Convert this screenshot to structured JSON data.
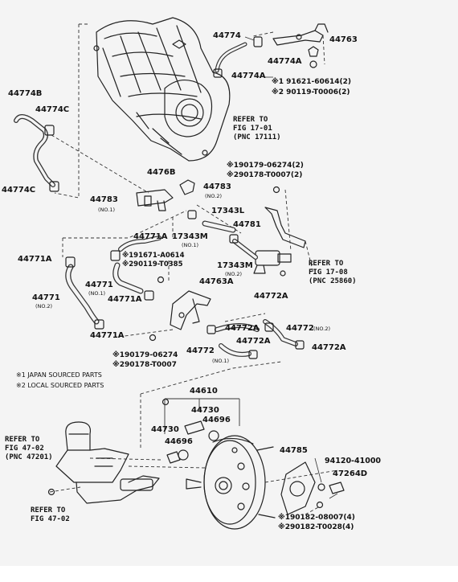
{
  "labels": {
    "p44774": "44774",
    "p44763": "44763",
    "p44774a_1": "44774A",
    "p44774a_2": "44774A",
    "x91621": "※1 91621-60614(2)",
    "x90119_1": "※2 90119-T0006(2)",
    "p44774b": "44774B",
    "p44774c_1": "44774C",
    "p44774c_2": "44774C",
    "p4476b": "4476B",
    "x90179_1": "※190179-06274(2)",
    "x290178_1": "※290178-T0007(2)",
    "p44783_1": "44783",
    "p44783_1_sub": "(NO.1)",
    "p44783_2": "44783",
    "p44783_2_sub": "(NO.2)",
    "p17343l": "17343L",
    "p44781": "44781",
    "p44771a_1": "44771A",
    "p17343m_1": "17343M",
    "p17343m_1_sub": "(NO.1)",
    "p44771a_2": "44771A",
    "x191671": "※191671-A0614",
    "x290119_2": "※290119-T0385",
    "p17343m_2": "17343M",
    "p17343m_2_sub": "(NO.2)",
    "p44771_1": "44771",
    "p44771_1_sub": "(NO.1)",
    "p44771_2": "44771",
    "p44771_2_sub": "(NO.2)",
    "p44763a": "44763A",
    "p44771a_3": "44771A",
    "p44772a_1": "44772A",
    "p44771a_4": "44771A",
    "p44772a_2": "44772A",
    "p44772_2": "44772",
    "p44772_2_sub": "(NO.2)",
    "p44772a_3": "44772A",
    "p44772_1": "44772",
    "p44772_1_sub": "(NO.1)",
    "p44772a_4": "44772A",
    "x90179_2": "※190179-06274",
    "x290178_2": "※290178-T0007",
    "p44610": "44610",
    "p44730_1": "44730",
    "p44730_2": "44730",
    "p44696_1": "44696",
    "p44696_2": "44696",
    "p44785": "44785",
    "p94120": "94120-41000",
    "p47264d": "47264D",
    "x190182": "※190182-08007(4)",
    "x290182": "※290182-T0028(4)"
  },
  "refs": {
    "fig17_01": "REFER TO\nFIG 17-01\n(PNC 17111)",
    "fig17_08": "REFER TO\nFIG 17-08\n(PNC 25860)",
    "fig47_02a": "REFER TO\nFIG 47-02\n(PNC 47201)",
    "fig47_02b": "REFER TO\nFIG 47-02"
  },
  "notes": {
    "japan": "※1 JAPAN SOURCED PARTS",
    "local": "※2 LOCAL SOURCED PARTS"
  }
}
